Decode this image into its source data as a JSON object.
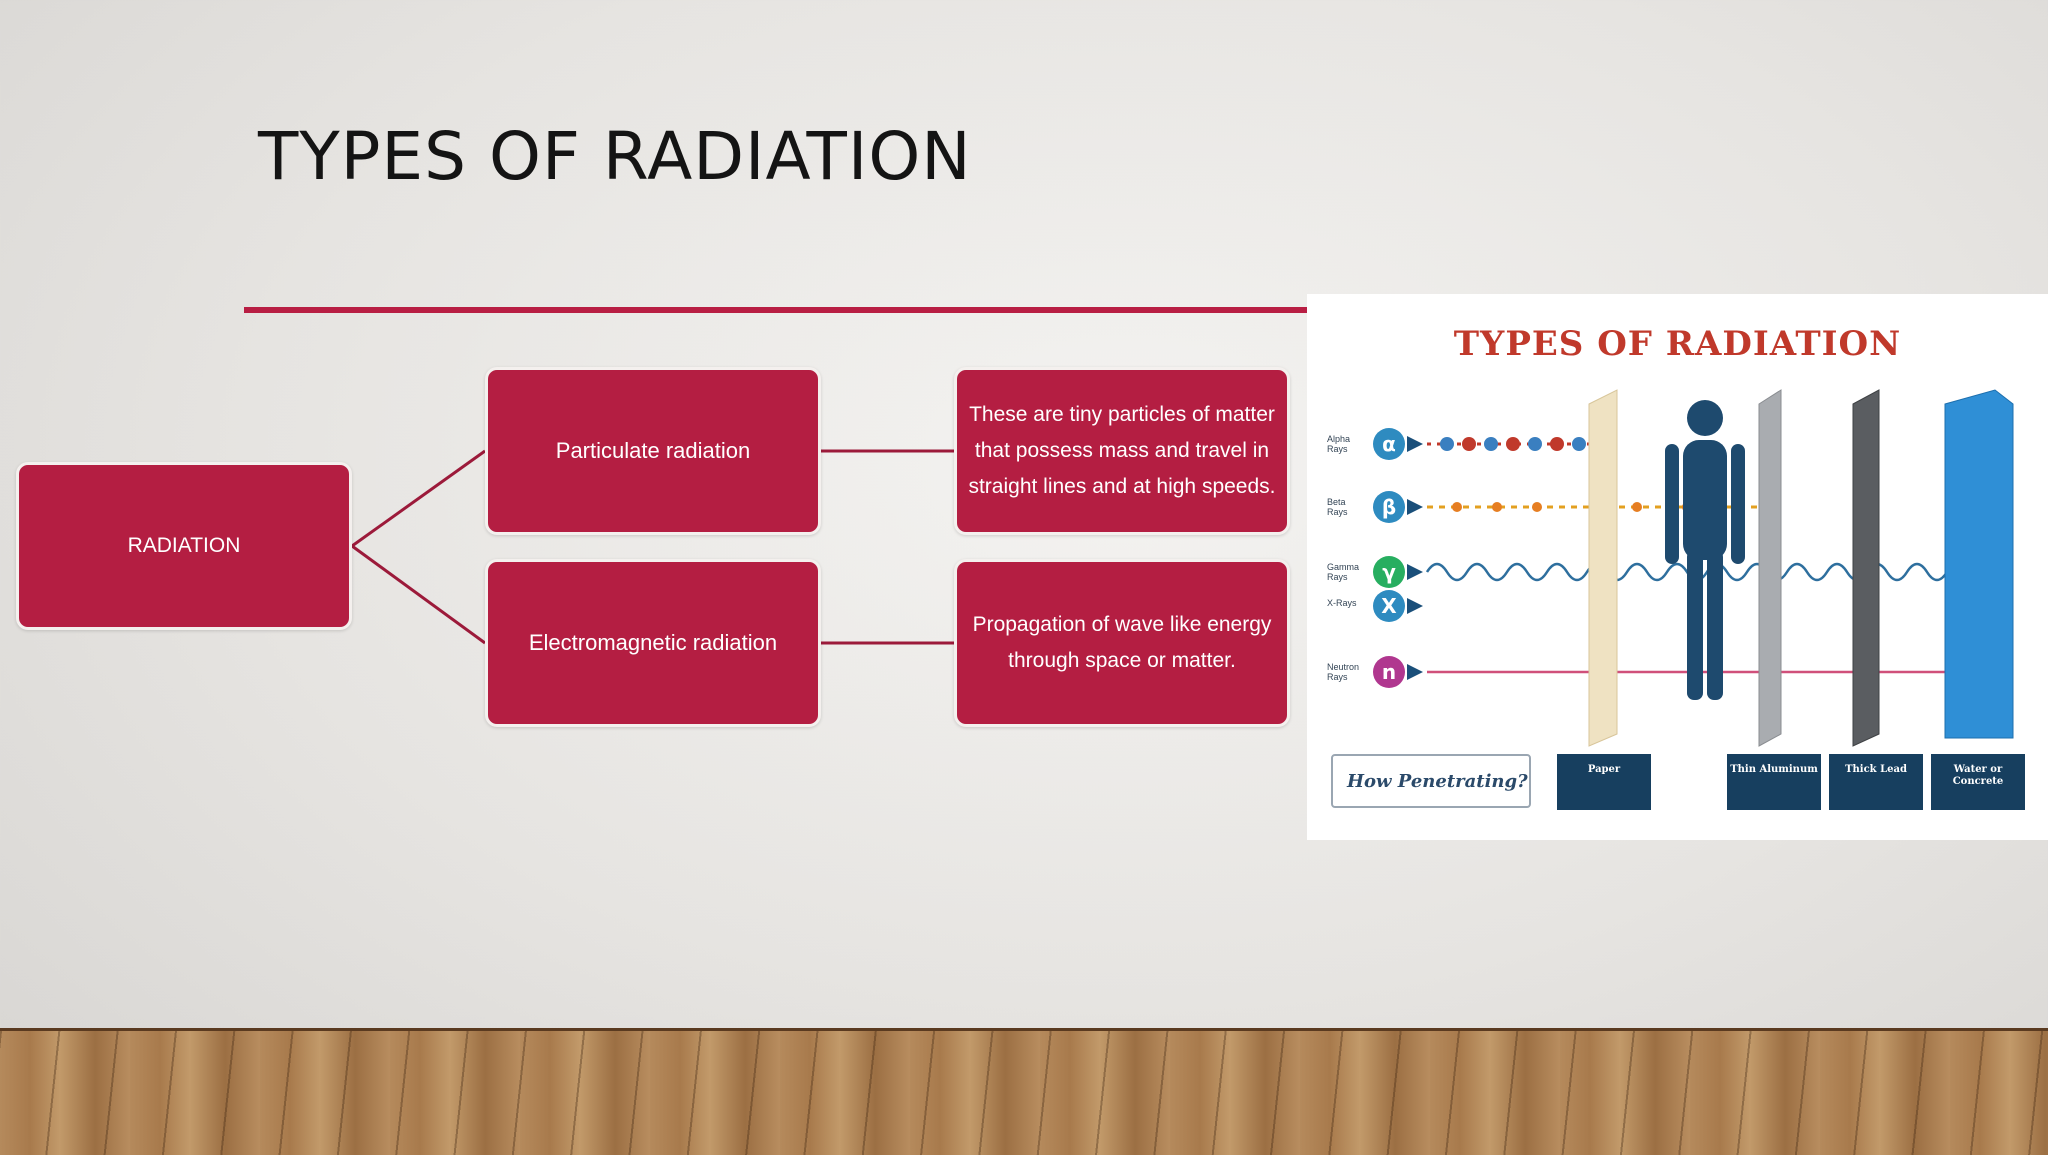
{
  "slide": {
    "title": "TYPES OF RADIATION"
  },
  "diagram": {
    "root": "RADIATION",
    "branches": [
      {
        "label": "Particulate radiation",
        "description": "These are tiny particles of matter that possess mass and travel in straight lines and at high speeds."
      },
      {
        "label": "Electromagnetic radiation",
        "description": "Propagation of wave like energy through space or matter."
      }
    ]
  },
  "photo": {
    "title": "TYPES OF RADIATION",
    "rays": [
      {
        "label": "Alpha Rays",
        "symbol": "α",
        "color": "#2e8bc0"
      },
      {
        "label": "Beta Rays",
        "symbol": "β",
        "color": "#2e8bc0"
      },
      {
        "label": "Gamma Rays",
        "symbol": "γ",
        "color": "#27ae60"
      },
      {
        "label": "X-Rays",
        "symbol": "X",
        "color": "#2e8bc0"
      },
      {
        "label": "Neutron Rays",
        "symbol": "n",
        "color": "#b0378f"
      }
    ],
    "question": "How Penetrating?",
    "barriers": [
      {
        "label": "Paper"
      },
      {
        "label": "Thin Aluminum"
      },
      {
        "label": "Thick Lead"
      },
      {
        "label": "Water or Concrete"
      }
    ]
  },
  "colors": {
    "accent": "#b41e42",
    "title": "#141414"
  }
}
